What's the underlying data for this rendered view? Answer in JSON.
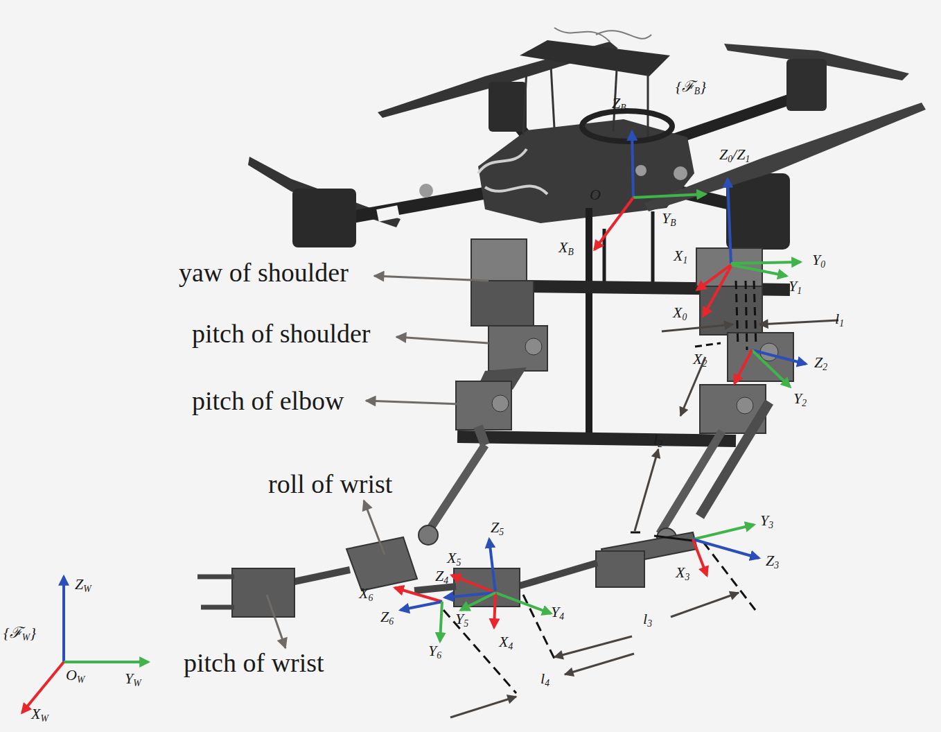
{
  "diagram": {
    "labels": [
      "ZB",
      "{ℱB}",
      "Z0/Z1",
      "O",
      "YB",
      "XB",
      "X1",
      "Y0",
      "Y1",
      "X0",
      "l1",
      "yaw of shoulder",
      "pitch of shoulder",
      "X2",
      "Z2",
      "Y2",
      "pitch of elbow",
      "l2",
      "roll of wrist",
      "Y3",
      "Z5",
      "X5",
      "Z4",
      "Z3",
      "X3",
      "X6",
      "Y4",
      "Z6",
      "Y5",
      "X4",
      "l3",
      "ZW",
      "{ℱW}",
      "OW",
      "YW",
      "pitch of wrist",
      "Y6",
      "l4",
      "XW"
    ]
  }
}
